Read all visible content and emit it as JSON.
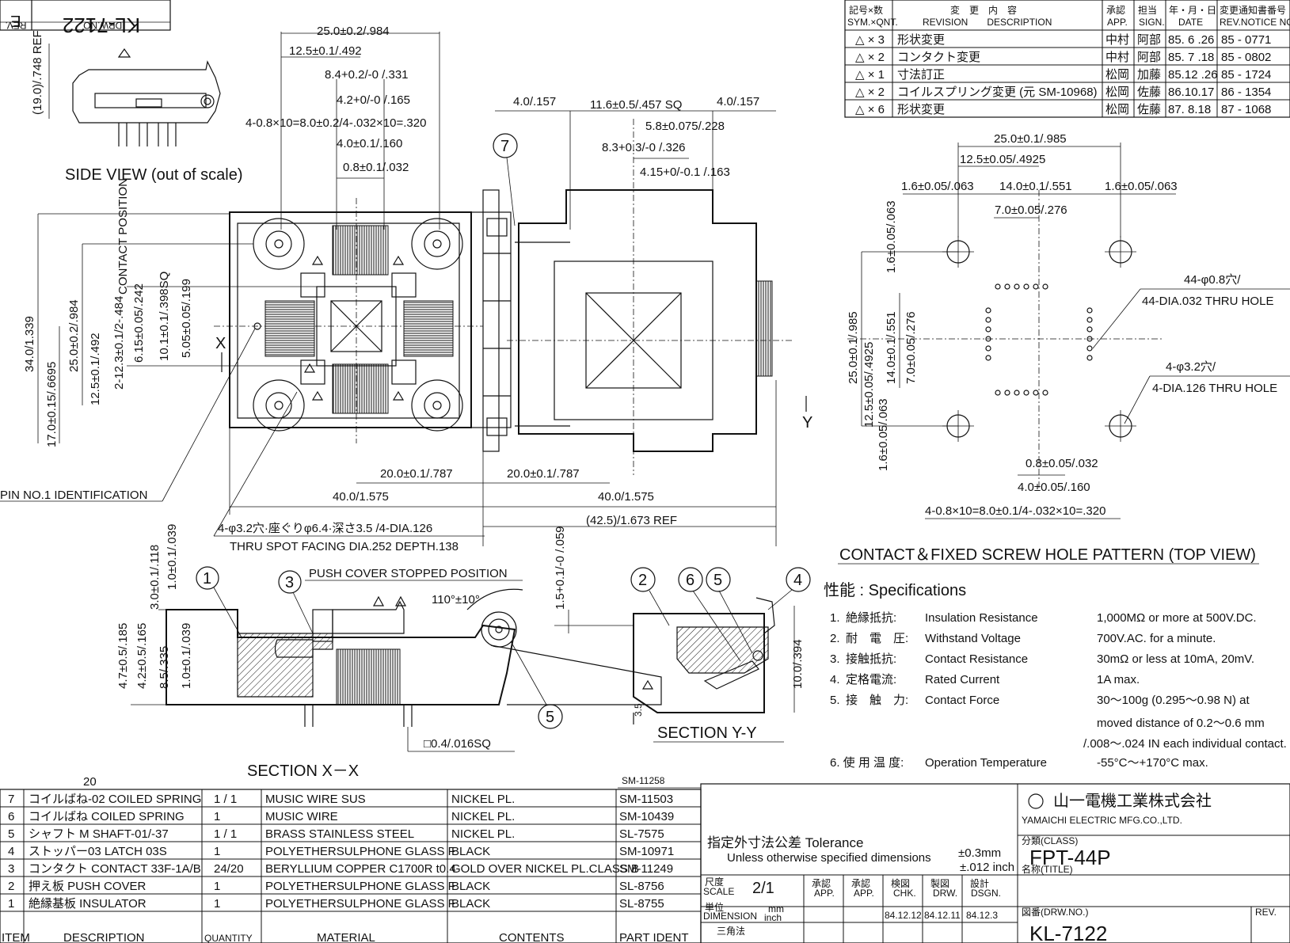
{
  "drawing_no_rotated": "KL-7122",
  "rev_label_rotated": "REV.",
  "drw_no_label": "DRW.NO.",
  "rev_letter_rotated": "E",
  "side_view": {
    "title": "SIDE  VIEW (out of scale)",
    "height_dim": "(19.0)/.748 REF"
  },
  "revision_table": {
    "headers": [
      "記号×数\nSYM.×QNT.",
      "変　更　内　容\nREVISION　　DESCRIPTION",
      "承認\nAPP.",
      "担当\nSIGN.",
      "年・月・日\nDATE",
      "変更通知書番号\nREV.NOTICE NO."
    ],
    "rows": [
      {
        "sym": "△ × 3",
        "desc": "形状変更",
        "app": "中村",
        "sign": "阿部",
        "date": "85. 6 .26",
        "notice": "85 - 0771"
      },
      {
        "sym": "△ × 2",
        "desc": "コンタクト変更",
        "app": "中村",
        "sign": "阿部",
        "date": "85. 7 .18",
        "notice": "85 - 0802"
      },
      {
        "sym": "△ × 1",
        "desc": "寸法訂正",
        "app": "松岡",
        "sign": "加藤",
        "date": "85.12 .26",
        "notice": "85 - 1724"
      },
      {
        "sym": "△ × 2",
        "desc": "コイルスプリング変更 (元 SM-10968)",
        "app": "松岡",
        "sign": "佐藤",
        "date": "86.10.17",
        "notice": "86 - 1354"
      },
      {
        "sym": "△ × 6",
        "desc": "形状変更",
        "app": "松岡",
        "sign": "佐藤",
        "date": "87. 8.18",
        "notice": "87 - 1068"
      }
    ]
  },
  "top_view_dims": {
    "d1": "25.0±0.2/.984",
    "d2": "12.5±0.1/.492",
    "d3": "8.4+0.2/-0 /.331",
    "d4": "4.2+0/-0 /.165",
    "d5": "4-0.8×10=8.0±0.2/4-.032×10=.320",
    "d6": "4.0±0.1/.160",
    "d7": "0.8±0.1/.032",
    "contact_position": "CONTACT POSITION",
    "v1": "34.0/1.339",
    "v2": "17.0±0.15/.6695",
    "v3": "25.0±0.2/.984",
    "v4": "12.5±0.1/.492",
    "v5": "2-12.3±0.1/2-.484",
    "v6": "6.15±0.05/.242",
    "v7": "10.1±0.1/.398SQ",
    "v8": "5.05±0.05/.199",
    "x_mark": "X",
    "h1": "20.0±0.1/.787",
    "h2": "20.0±0.1/.787",
    "h3": "40.0/1.575",
    "h4": "40.0/1.575",
    "h5": "(42.5)/1.673  REF",
    "pin1": "PIN NO.1 IDENTIFICATION",
    "spot1": "4-φ3.2穴·座ぐりφ6.4·深さ3.5 /4-DIA.126",
    "spot2": "THRU SPOT FACING DIA.252 DEPTH.138"
  },
  "right_view_dims": {
    "r1": "4.0/.157",
    "r2": "11.6±0.5/.457 SQ",
    "r3": "4.0/.157",
    "r4": "5.8±0.075/.228",
    "r5": "8.3+0.3/-0 /.326",
    "r6": "4.15+0/-0.1 /.163",
    "callout": "7",
    "y_mark": "Y"
  },
  "pattern": {
    "title": "CONTACT＆FIXED SCREW HOLE PATTERN (TOP  VIEW)",
    "p1": "25.0±0.1/.985",
    "p2": "12.5±0.05/.4925",
    "p3": "1.6±0.05/.063",
    "p4": "14.0±0.1/.551",
    "p5": "1.6±0.05/.063",
    "p6": "7.0±0.05/.276",
    "hole1a": "44-φ0.8穴/",
    "hole1b": "44-DIA.032 THRU HOLE",
    "hole2a": "4-φ3.2穴/",
    "hole2b": "4-DIA.126 THRU HOLE",
    "v1": "1.6±0.05/.063",
    "v2": "25.0±0.1/.985",
    "v3": "12.5±0.05/.4925",
    "v4": "14.0±0.1/.551",
    "v5": "7.0±0.05/.276",
    "v6": "1.6±0.05/.063",
    "b1": "0.8±0.05/.032",
    "b2": "4.0±0.05/.160",
    "b3": "4-0.8×10=8.0±0.1/4-.032×10=.320"
  },
  "specs": {
    "title": "性能 : Specifications",
    "items": [
      {
        "no": "1.",
        "jp": "絶縁抵抗:",
        "en": "Insulation  Resistance",
        "val": "1,000MΩ or more at 500V.DC."
      },
      {
        "no": "2.",
        "jp": "耐　電　圧:",
        "en": "Withstand  Voltage",
        "val": "700V.AC. for a minute."
      },
      {
        "no": "3.",
        "jp": "接触抵抗:",
        "en": "Contact  Resistance",
        "val": "30mΩ or less at 10mA, 20mV."
      },
      {
        "no": "4.",
        "jp": "定格電流:",
        "en": "Rated  Current",
        "val": "1A max."
      },
      {
        "no": "5.",
        "jp": "接　触　力:",
        "en": "Contact  Force",
        "val": "30～100g (0.295～0.98 N) at"
      }
    ],
    "extra1": "moved distance of 0.2～0.6 mm",
    "extra2": "/.008～.024 IN each individual contact.",
    "temp_jp": "6. 使 用 温 度:",
    "temp_en": "Operation Temperature",
    "temp_val": "-55°C～+170°C max."
  },
  "section_x": {
    "title": "SECTION  X－X",
    "push": "PUSH COVER STOPPED POSITION",
    "angle": "110°±10°",
    "d1": "3.0±0.1/.118",
    "d2": "1.0±0.1/.039",
    "d3": "4.7±0.5/.185",
    "d4": "4.2±0.5/.165",
    "d5": "8.5/.335",
    "d6": "1.0±0.1/.039",
    "d7": "1.5+0.1/-0 /.059",
    "d8": "□0.4/.016SQ",
    "c1": "1",
    "c3": "3",
    "c5": "5"
  },
  "section_y": {
    "title": "SECTION  Y-Y",
    "c2": "2",
    "c6": "6",
    "c5": "5",
    "c4": "4",
    "d1": "10.0/.394",
    "d2": "3.5"
  },
  "bom": {
    "col_count": "20",
    "headers": [
      "ITEM",
      "DESCRIPTION",
      "QUANTITY",
      "MATERIAL",
      "CONTENTS",
      "PART IDENT"
    ],
    "rows": [
      {
        "item": "7",
        "desc": "コイルばね-02 COILED SPRING",
        "qty": "1 / 1",
        "mat": "MUSIC WIRE  SUS",
        "cont": "NICKEL PL.",
        "part": "SM-11503"
      },
      {
        "item": "6",
        "desc": "コイルばね  COILED SPRING",
        "qty": "1",
        "mat": "MUSIC  WIRE",
        "cont": "NICKEL  PL.",
        "part": "SM-10439"
      },
      {
        "item": "5",
        "desc": "シャフト M  SHAFT-01/-37",
        "qty": "1 / 1",
        "mat": "BRASS  STAINLESS STEEL",
        "cont": "NICKEL  PL.",
        "part": "SL-7575"
      },
      {
        "item": "4",
        "desc": "ストッパー03 LATCH 03S",
        "qty": "1",
        "mat": "POLYETHERSULPHONE GLASS F",
        "cont": "BLACK",
        "part": "SM-10971"
      },
      {
        "item": "3",
        "desc": "コンタクト CONTACT 33F-1A/B",
        "qty": "24/20",
        "mat": "BERYLLIUM COPPER C1700R t0.4",
        "cont": "GOLD OVER NICKEL PL.CLASS B",
        "part": "SM-11249"
      },
      {
        "item": "2",
        "desc": "押え板  PUSH COVER",
        "qty": "1",
        "mat": "POLYETHERSULPHONE GLASS F",
        "cont": "BLACK",
        "part": "SL-8756"
      },
      {
        "item": "1",
        "desc": "絶縁基板 INSULATOR",
        "qty": "1",
        "mat": "POLYETHERSULPHONE GLASS F",
        "cont": "BLACK",
        "part": "SL-8755"
      }
    ],
    "extra_part": "SM-11258"
  },
  "title_block": {
    "tolerance_jp": "指定外寸法公差 Tolerance",
    "tolerance_en": "Unless otherwise specified dimensions",
    "tol_mm": "±0.3mm",
    "tol_inch": "±.012 inch",
    "company_jp": "山一電機工業株式会社",
    "company_en": "YAMAICHI  ELECTRIC  MFG.CO.,LTD.",
    "class_label": "分類(CLASS)",
    "class_val": "FPT-44P",
    "title_label": "名称(TITLE)",
    "scale_label": "尺度\nSCALE",
    "scale_val": "2/1",
    "unit_label": "単位\nDIMENSION",
    "unit_mm": "mm",
    "unit_inch": "inch",
    "proj_label": "三角法",
    "app": "承認\nAPP.",
    "app2": "承認\nAPP.",
    "chk": "検図\nCHK.",
    "drw": "製図\nDRW.",
    "dsg": "設計\nDSGN.",
    "d1": "84.12.12",
    "d2": "84.12.11",
    "d3": "84.12.3",
    "drw_label": "図番(DRW.NO.)",
    "drw_val": "KL-7122",
    "rev_label": "REV."
  }
}
